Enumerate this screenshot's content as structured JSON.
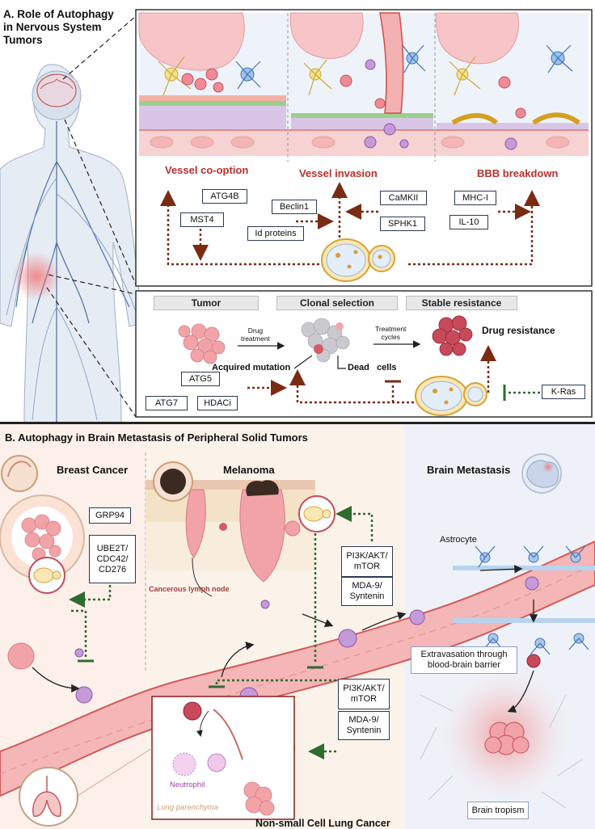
{
  "section_a": {
    "title": "A. Role of Autophagy in Nervous System Tumors",
    "title_lines": [
      "A. Role of Autophagy",
      "in Nervous System",
      "Tumors"
    ],
    "panel1": {
      "labels": [
        "Vessel co-option",
        "Vessel invasion",
        "BBB breakdown"
      ],
      "factors": [
        "ATG4B",
        "MST4",
        "Beclin1",
        "Id proteins",
        "CaMKII",
        "SPHK1",
        "MHC-I",
        "IL-10"
      ]
    },
    "panel2": {
      "headers": [
        "Tumor",
        "Clonal selection",
        "Stable resistance"
      ],
      "drug_treatment": [
        "Drug",
        "treatment"
      ],
      "treatment_cycles": [
        "Treatment",
        "cycles"
      ],
      "drug_resistance": "Drug resistance",
      "acquired_mutation": "Acquired mutation",
      "dead_cells": "Dead   cells",
      "factors": [
        "ATG5",
        "ATG7",
        "HDACi",
        "K-Ras"
      ]
    }
  },
  "section_b": {
    "title": "B. Autophagy in Brain Metastasis of Peripheral Solid Tumors",
    "breast_cancer": "Breast Cancer",
    "breast_factors": [
      "GRP94",
      "UBE2T/\nCDC42/\nCD276"
    ],
    "melanoma": "Melanoma",
    "cancerous_lymph_node": "Cancerous lymph node",
    "melanoma_factors": [
      "PI3K/AKT/\nmTOR",
      "MDA-9/\nSyntenin"
    ],
    "brain_metastasis": "Brain Metastasis",
    "astrocyte": "Astrocyte",
    "extravasation": "Extravasation through\nblood-brain barrier",
    "brain_tropism": "Brain tropism",
    "lung_factors": [
      "PI3K/AKT/\nmTOR",
      "MDA-9/\nSyntenin"
    ],
    "neutrophil": "Neutrophil",
    "lung_parenchyma": "Lung parenchyma",
    "nsclc": "Non-small Cell Lung Cancer"
  }
}
